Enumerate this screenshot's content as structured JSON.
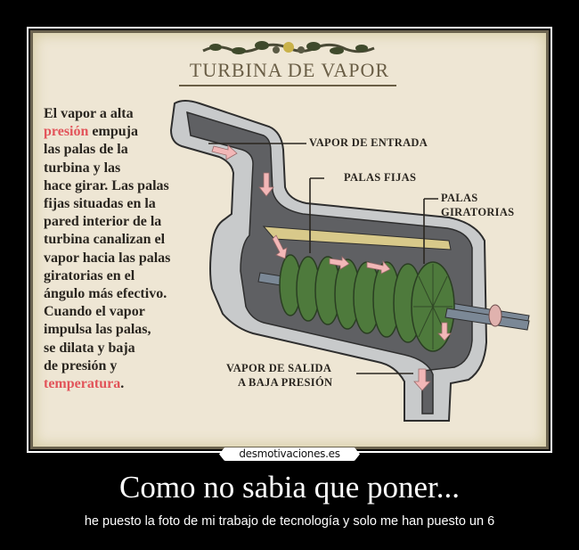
{
  "poster": {
    "title": "TURBINA DE VAPOR",
    "ornament_icon": "floral-vine-ornament",
    "description": {
      "lines": [
        [
          "El vapor a alta"
        ],
        [
          "presión",
          " empuja"
        ],
        [
          "las palas de la"
        ],
        [
          "turbina y las"
        ],
        [
          "hace girar. Las palas"
        ],
        [
          "fijas situadas en la"
        ],
        [
          "pared interior de la"
        ],
        [
          "turbina canalizan el"
        ],
        [
          "vapor hacia las palas"
        ],
        [
          "giratorias en el"
        ],
        [
          "ángulo más efectivo."
        ],
        [
          "Cuando el vapor"
        ],
        [
          "impulsa las palas,"
        ],
        [
          "se dilata y baja"
        ],
        [
          "de presión y"
        ],
        [
          "temperatura",
          "."
        ]
      ],
      "line_0": "El vapor a alta",
      "line_1_red": "presión",
      "line_1_rest": " empuja",
      "line_2": "las palas de la",
      "line_3": "turbina y las",
      "line_4": "hace girar. Las palas",
      "line_5": "fijas situadas en la",
      "line_6": "pared interior de la",
      "line_7": "turbina canalizan el",
      "line_8": "vapor hacia las palas",
      "line_9": "giratorias en el",
      "line_10": "ángulo más efectivo.",
      "line_11": "Cuando el vapor",
      "line_12": "impulsa las palas,",
      "line_13": "se dilata y baja",
      "line_14": "de presión y",
      "line_15_red": "temperatura",
      "line_15_rest": "."
    },
    "labels": {
      "inlet": "VAPOR DE ENTRADA",
      "fixed_blades": "PALAS FIJAS",
      "rotating_blades_1": "PALAS",
      "rotating_blades_2": "GIRATORIAS",
      "outlet_1": "VAPOR DE SALIDA",
      "outlet_2": "A BAJA PRESIÓN"
    },
    "colors": {
      "background": "#eee6d4",
      "text": "#2a2620",
      "highlight_red": "#e2545a",
      "title": "#6a5e46",
      "casing": "#c8cacb",
      "interior": "#5f6063",
      "blades": "#4e7a3c",
      "arrows": "#f2b7b7",
      "stator": "#d8c98a"
    }
  },
  "watermark": "desmotivaciones.es",
  "caption": {
    "headline": "Como no sabia que poner...",
    "subline": "he puesto la foto de mi trabajo de tecnología y solo me han puesto un 6"
  }
}
